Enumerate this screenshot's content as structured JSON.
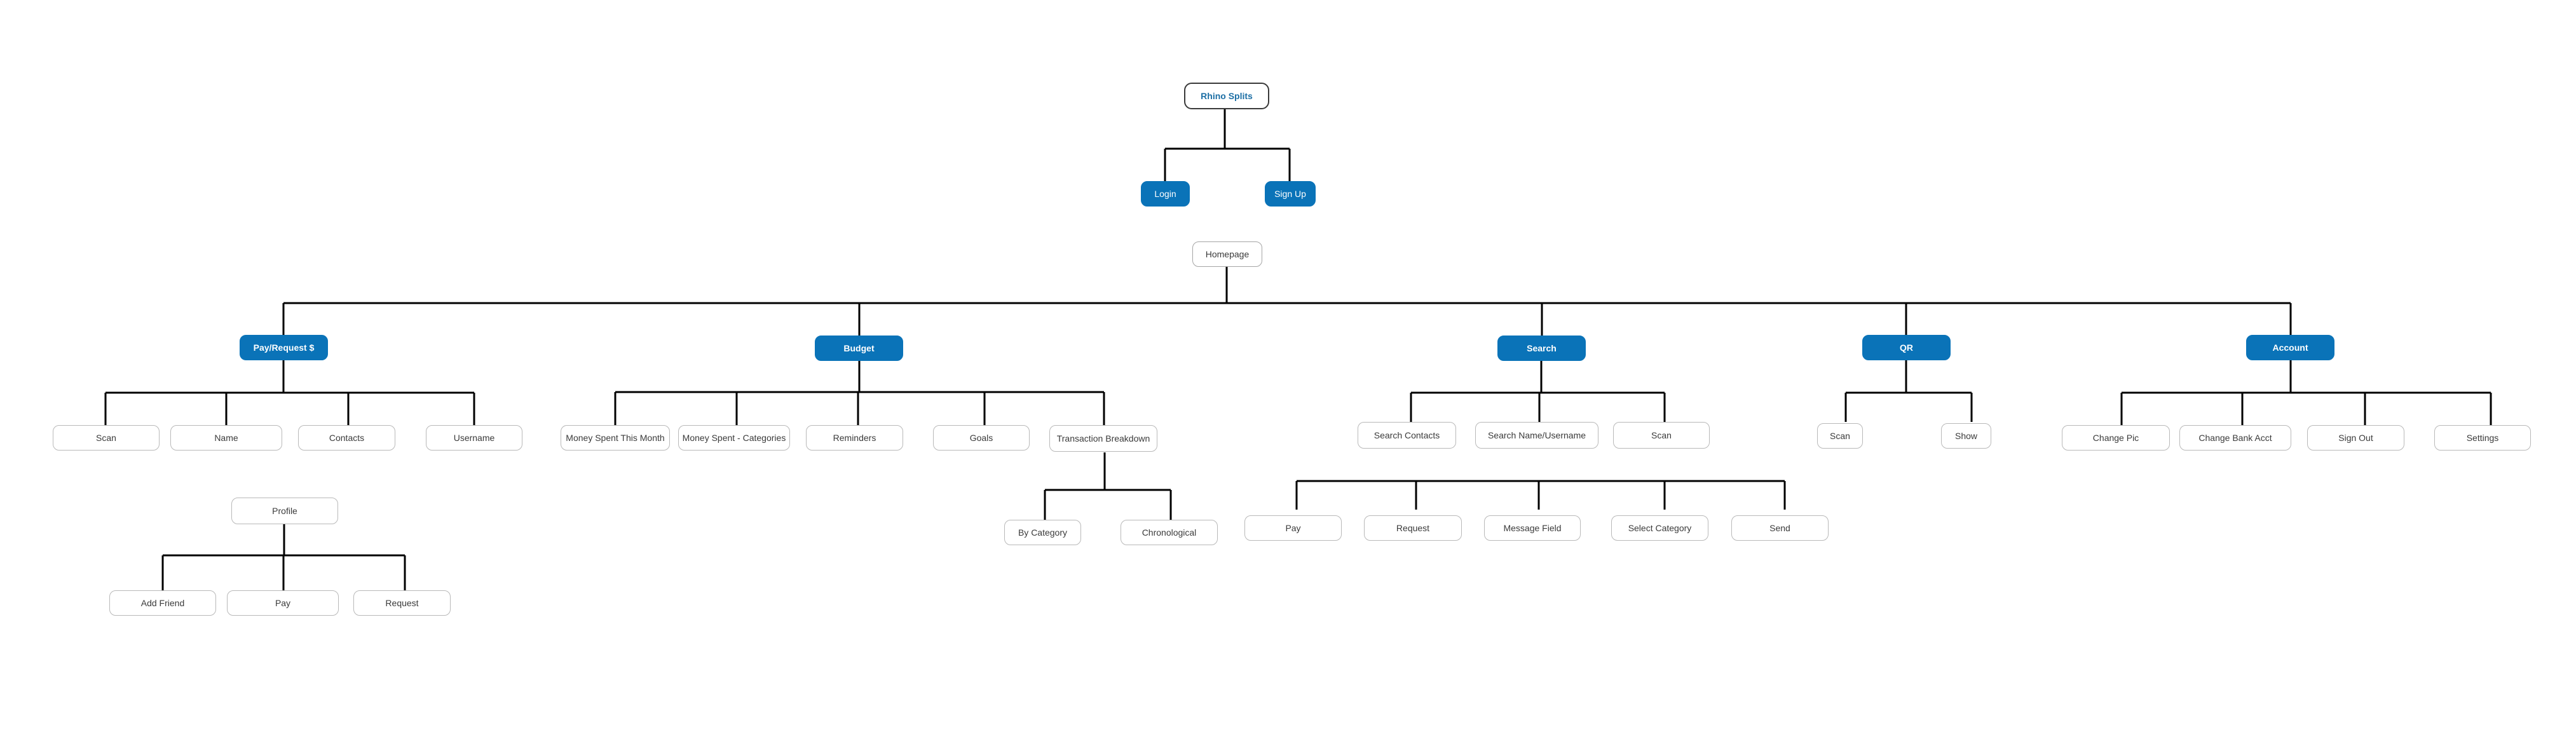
{
  "colors": {
    "accent": "#0a73b8",
    "line": "#000000",
    "node_border": "#b9b9b9"
  },
  "root": {
    "label": "Rhino Splits"
  },
  "auth": {
    "login": "Login",
    "signup": "Sign Up"
  },
  "homepage": {
    "label": "Homepage"
  },
  "sections": {
    "pay_request": {
      "label": "Pay/Request $",
      "children": [
        "Scan",
        "Name",
        "Contacts",
        "Username"
      ],
      "profile": {
        "label": "Profile",
        "children": [
          "Add Friend",
          "Pay",
          "Request"
        ]
      }
    },
    "budget": {
      "label": "Budget",
      "children": [
        "Money Spent This Month",
        "Money Spent - Categories",
        "Reminders",
        "Goals",
        "Transaction Breakdown"
      ],
      "breakdown_children": [
        "By Category",
        "Chronological"
      ]
    },
    "search": {
      "label": "Search",
      "children": [
        "Search Contacts",
        "Search Name/Username",
        "Scan"
      ],
      "actions": [
        "Pay",
        "Request",
        "Message Field",
        "Select Category",
        "Send"
      ]
    },
    "qr": {
      "label": "QR",
      "children": [
        "Scan",
        "Show"
      ]
    },
    "account": {
      "label": "Account",
      "children": [
        "Change Pic",
        "Change Bank Acct",
        "Sign Out",
        "Settings"
      ]
    }
  }
}
